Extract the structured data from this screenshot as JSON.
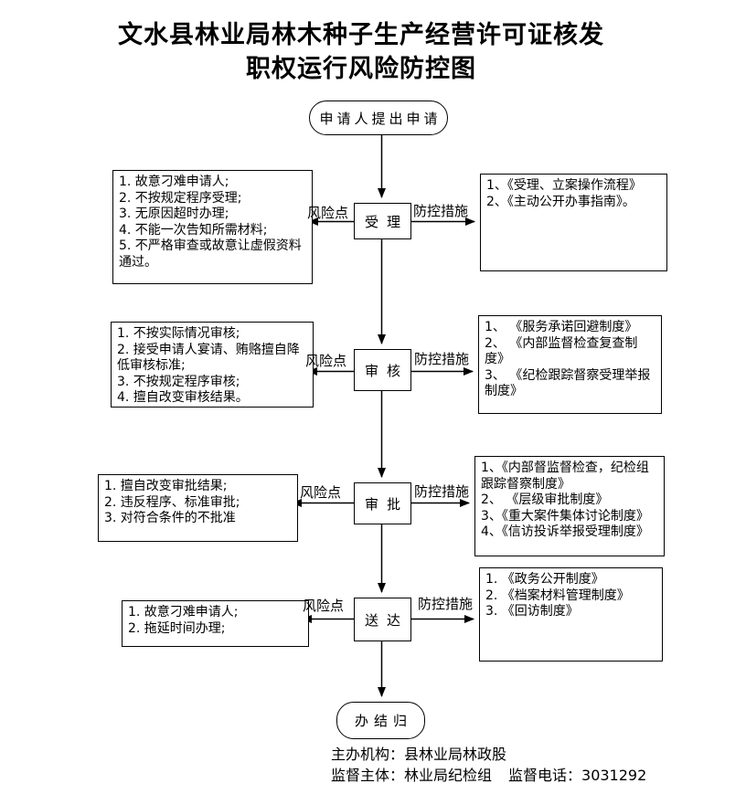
{
  "title": {
    "line1": "文水县林业局林木种子生产经营许可证核发",
    "line2": "职权运行风险防控图"
  },
  "flow": {
    "start_label": "申请人提出申请",
    "end_label": "办结归",
    "risk_label": "风险点",
    "control_label": "防控措施",
    "rows": [
      {
        "stage": "受理",
        "risks": [
          "1. 故意刁难申请人;",
          "2. 不按规定程序受理;",
          "3. 无原因超时办理;",
          "4. 不能一次告知所需材料;",
          "5. 不严格审查或故意让虚假资料通过。"
        ],
        "controls": [
          "1、《受理、立案操作流程》",
          "2、《主动公开办事指南》。"
        ]
      },
      {
        "stage": "审核",
        "risks": [
          "1. 不按实际情况审核;",
          "2. 接受申请人宴请、贿赂擅自降低审核标准;",
          "3. 不按规定程序审核;",
          "4. 擅自改变审核结果。"
        ],
        "controls": [
          "1、 《服务承诺回避制度》",
          "2、 《内部监督检查复查制度》",
          "3、 《纪检跟踪督察受理举报制度》"
        ]
      },
      {
        "stage": "审批",
        "risks": [
          "1. 擅自改变审批结果;",
          "2. 违反程序、标准审批;",
          "3. 对符合条件的不批准"
        ],
        "controls": [
          "1、《内部督监督检查，纪检组跟踪督察制度》",
          "2、 《层级审批制度》",
          "3、《重大案件集体讨论制度》",
          "4、《信访投诉举报受理制度》"
        ]
      },
      {
        "stage": "送达",
        "risks": [
          "1. 故意刁难申请人;",
          "2. 拖延时间办理;"
        ],
        "controls": [
          "1. 《政务公开制度》",
          "2. 《档案材料管理制度》",
          "3. 《回访制度》"
        ]
      }
    ]
  },
  "footer": {
    "organizer": "主办机构：县林业局林政股",
    "supervisor": "监督主体：林业局纪检组",
    "phone": "监督电话：3031292"
  },
  "colors": {
    "line": "#000000",
    "background": "#ffffff"
  }
}
